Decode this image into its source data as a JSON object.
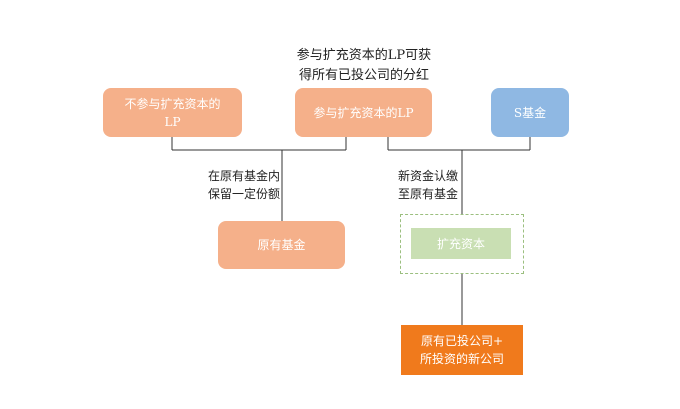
{
  "top_note": {
    "line1": "参与扩充资本的LP可获",
    "line2": "得所有已投公司的分红"
  },
  "nodes": {
    "lp_not_participating": {
      "line1": "不参与扩充资本的",
      "line2": "LP"
    },
    "lp_participating": "参与扩充资本的LP",
    "s_fund": "S基金",
    "original_fund": "原有基金",
    "expanded_capital": "扩充资本",
    "companies": {
      "line1": "原有已投公司+",
      "line2": "所投资的新公司"
    }
  },
  "edge_labels": {
    "retain": {
      "line1": "在原有基金内",
      "line2": "保留一定份额"
    },
    "subscribe": {
      "line1": "新资金认缴",
      "line2": "至原有基金"
    }
  },
  "colors": {
    "peach": "#f5b08a",
    "blue": "#8fb8e3",
    "green": "#c9dfb3",
    "orange": "#f07a1c",
    "dashed_border": "#9bbf7f",
    "line": "#333333"
  }
}
